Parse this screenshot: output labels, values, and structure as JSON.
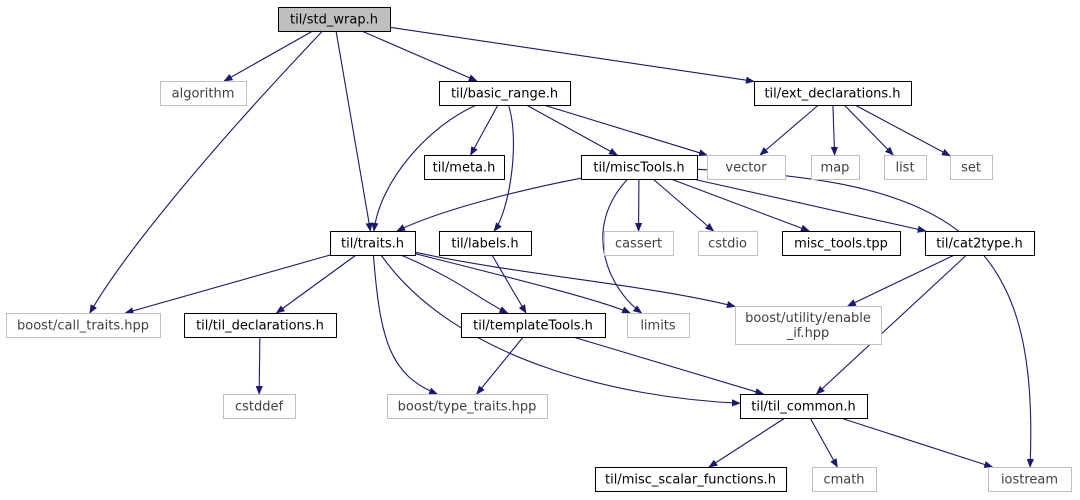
{
  "graph": {
    "colors": {
      "root_fill": "#bfbfbf",
      "node_border_dark": "#000000",
      "node_border_light": "#bfbfbf",
      "node_text_dark": "#000000",
      "node_text_light": "#404040",
      "edge": "#191970"
    },
    "nodes": [
      {
        "id": "std_wrap",
        "label": "til/std_wrap.h",
        "style": "root"
      },
      {
        "id": "algorithm",
        "label": "algorithm",
        "style": "light"
      },
      {
        "id": "basic_range",
        "label": "til/basic_range.h",
        "style": "dark"
      },
      {
        "id": "ext_decl",
        "label": "til/ext_declarations.h",
        "style": "dark"
      },
      {
        "id": "meta",
        "label": "til/meta.h",
        "style": "dark"
      },
      {
        "id": "misctools",
        "label": "til/miscTools.h",
        "style": "dark"
      },
      {
        "id": "vector",
        "label": "vector",
        "style": "light"
      },
      {
        "id": "map",
        "label": "map",
        "style": "light"
      },
      {
        "id": "list",
        "label": "list",
        "style": "light"
      },
      {
        "id": "set",
        "label": "set",
        "style": "light"
      },
      {
        "id": "traits",
        "label": "til/traits.h",
        "style": "dark"
      },
      {
        "id": "labels",
        "label": "til/labels.h",
        "style": "dark"
      },
      {
        "id": "cassert",
        "label": "cassert",
        "style": "light"
      },
      {
        "id": "cstdio",
        "label": "cstdio",
        "style": "light"
      },
      {
        "id": "misc_tpp",
        "label": "misc_tools.tpp",
        "style": "dark"
      },
      {
        "id": "cat2type",
        "label": "til/cat2type.h",
        "style": "dark"
      },
      {
        "id": "boost_call",
        "label": "boost/call_traits.hpp",
        "style": "light"
      },
      {
        "id": "til_decl",
        "label": "til/til_declarations.h",
        "style": "dark"
      },
      {
        "id": "template_tools",
        "label": "til/templateTools.h",
        "style": "dark"
      },
      {
        "id": "limits",
        "label": "limits",
        "style": "light"
      },
      {
        "id": "boost_enable",
        "label": [
          "boost/utility/enable",
          "_if.hpp"
        ],
        "style": "light"
      },
      {
        "id": "cstddef",
        "label": "cstddef",
        "style": "light"
      },
      {
        "id": "boost_type",
        "label": "boost/type_traits.hpp",
        "style": "light"
      },
      {
        "id": "til_common",
        "label": "til/til_common.h",
        "style": "dark"
      },
      {
        "id": "misc_scalar",
        "label": "til/misc_scalar_functions.h",
        "style": "dark"
      },
      {
        "id": "cmath",
        "label": "cmath",
        "style": "light"
      },
      {
        "id": "iostream",
        "label": "iostream",
        "style": "light"
      }
    ],
    "edges": [
      {
        "from": "std_wrap",
        "to": "algorithm"
      },
      {
        "from": "std_wrap",
        "to": "basic_range"
      },
      {
        "from": "std_wrap",
        "to": "ext_decl"
      },
      {
        "from": "std_wrap",
        "to": "traits"
      },
      {
        "from": "std_wrap",
        "to": "boost_call"
      },
      {
        "from": "basic_range",
        "to": "meta"
      },
      {
        "from": "basic_range",
        "to": "misctools"
      },
      {
        "from": "basic_range",
        "to": "vector"
      },
      {
        "from": "basic_range",
        "to": "traits"
      },
      {
        "from": "basic_range",
        "to": "labels"
      },
      {
        "from": "ext_decl",
        "to": "vector"
      },
      {
        "from": "ext_decl",
        "to": "map"
      },
      {
        "from": "ext_decl",
        "to": "list"
      },
      {
        "from": "ext_decl",
        "to": "set"
      },
      {
        "from": "misctools",
        "to": "traits"
      },
      {
        "from": "misctools",
        "to": "cassert"
      },
      {
        "from": "misctools",
        "to": "cstdio"
      },
      {
        "from": "misctools",
        "to": "misc_tpp"
      },
      {
        "from": "misctools",
        "to": "cat2type"
      },
      {
        "from": "misctools",
        "to": "limits"
      },
      {
        "from": "misctools",
        "to": "iostream"
      },
      {
        "from": "traits",
        "to": "boost_call"
      },
      {
        "from": "traits",
        "to": "til_decl"
      },
      {
        "from": "traits",
        "to": "template_tools"
      },
      {
        "from": "traits",
        "to": "limits"
      },
      {
        "from": "traits",
        "to": "boost_enable"
      },
      {
        "from": "traits",
        "to": "boost_type"
      },
      {
        "from": "traits",
        "to": "til_common"
      },
      {
        "from": "labels",
        "to": "template_tools"
      },
      {
        "from": "cat2type",
        "to": "boost_enable"
      },
      {
        "from": "cat2type",
        "to": "til_common"
      },
      {
        "from": "til_decl",
        "to": "cstddef"
      },
      {
        "from": "template_tools",
        "to": "boost_type"
      },
      {
        "from": "template_tools",
        "to": "til_common"
      },
      {
        "from": "til_common",
        "to": "misc_scalar"
      },
      {
        "from": "til_common",
        "to": "cmath"
      },
      {
        "from": "til_common",
        "to": "iostream"
      }
    ]
  }
}
